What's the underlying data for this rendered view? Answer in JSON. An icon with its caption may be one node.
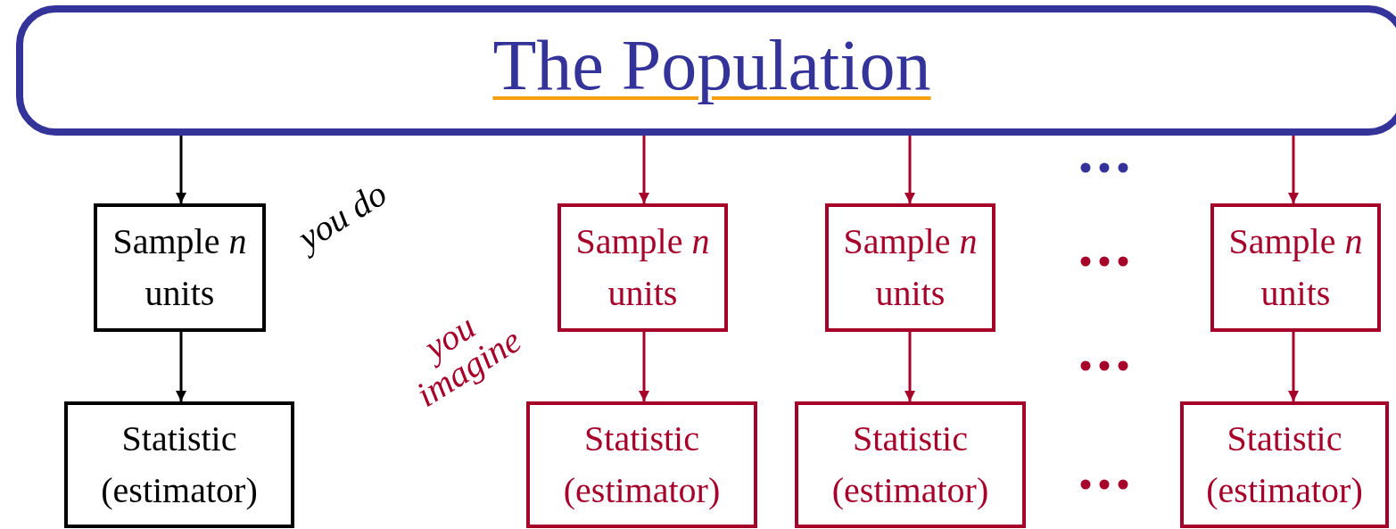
{
  "diagram": {
    "nodes": [
      {
        "text": [
          "The Population"
        ]
      },
      {
        "text": [
          "Sample *n* units"
        ]
      },
      {
        "text": [
          "Statistic (estimator)"
        ]
      },
      {
        "text": [
          "Sample *n* units"
        ]
      },
      {
        "text": [
          "Statistic (estimator)"
        ]
      },
      {
        "text": [
          "Sample *n* units"
        ]
      },
      {
        "text": [
          "Statistic (estimator)"
        ]
      },
      {
        "text": [
          "Sample *n* units"
        ]
      },
      {
        "text": [
          "Statistic (estimator)"
        ]
      }
    ],
    "edges": [
      {
        "from": 0,
        "to": 1,
        "arrow": "to",
        "color": "#000000"
      },
      {
        "from": 1,
        "to": 2,
        "arrow": "to",
        "color": "#000000"
      },
      {
        "from": 0,
        "to": 3,
        "arrow": "to"
      },
      {
        "from": 3,
        "to": 4,
        "arrow": "to"
      },
      {
        "from": 0,
        "to": 5,
        "arrow": "to"
      },
      {
        "from": 5,
        "to": 6,
        "arrow": "to"
      },
      {
        "from": 0,
        "to": 7,
        "arrow": "to"
      },
      {
        "from": 7,
        "to": 8,
        "arrow": "to"
      }
    ],
    "labels": [
      "you do",
      "you imagine"
    ]
  }
}
